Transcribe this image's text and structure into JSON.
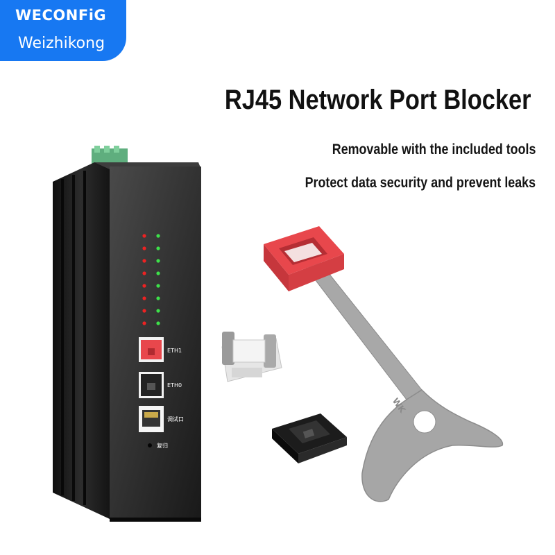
{
  "brand": {
    "line1": "WECONFiG",
    "line2": "Weizhikong"
  },
  "headline": {
    "title": "RJ45 Network Port Blocker",
    "subtitle1": "Removable with the included tools",
    "subtitle2": "Protect data security and prevent leaks"
  },
  "device": {
    "port_eth1": "ETH1",
    "port_eth0": "ETH0",
    "port_debug": "调试口",
    "reset_label": "复归"
  },
  "key_tool": {
    "engraving": "WK"
  },
  "colors": {
    "brand_blue": "#1778f2",
    "blocker_red": "#e8474c",
    "tool_gray": "#a8a8a8",
    "device_black": "#1e1e1e"
  }
}
